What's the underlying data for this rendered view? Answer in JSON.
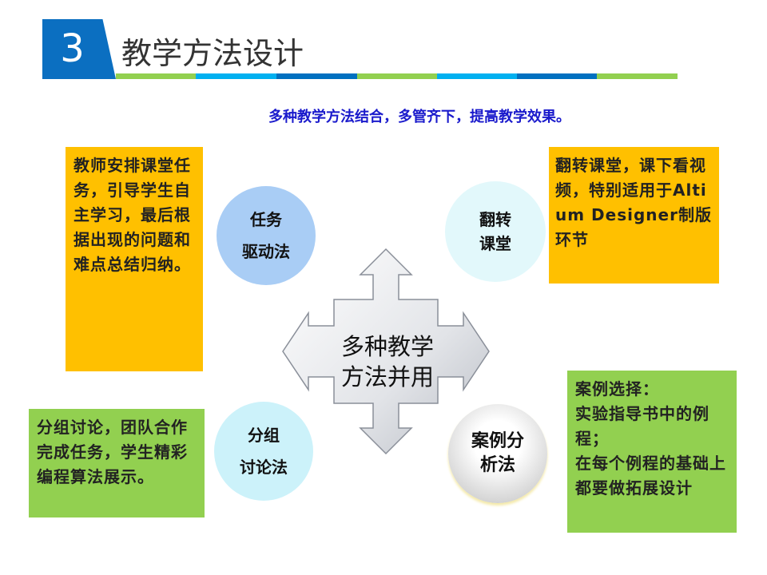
{
  "header": {
    "number": "3",
    "title": "教学方法设计"
  },
  "colors": {
    "header_blue": "#0b6fc1",
    "bar_green": "#92d050",
    "bar_cyan": "#00b0f0",
    "bar_blue": "#0070c0",
    "orange": "#ffc000",
    "green": "#92d050"
  },
  "subtitle": "多种教学方法结合，多管齐下，提高教学效果。",
  "center": {
    "line1": "多种教学",
    "line2": "方法并用"
  },
  "methods": {
    "task": {
      "line1": "任务",
      "line2": "驱动法",
      "note": "教师安排课堂任务，引导学生自主学习，最后根据出现的问题和难点总结归纳。"
    },
    "flipped": {
      "line1": "翻转",
      "line2": "课堂",
      "note": "翻转课堂，课下看视频，特别适用于Altium Designer制版环节"
    },
    "group": {
      "line1": "分组",
      "line2": "讨论法",
      "note": "分组讨论，团队合作完成任务，学生精彩编程算法展示。"
    },
    "case": {
      "line1": "案例分",
      "line2": "析法",
      "note_l1": "案例选择：",
      "note_l2": "实验指导书中的例程；",
      "note_l3": "在每个例程的基础上都要做拓展设计"
    }
  }
}
